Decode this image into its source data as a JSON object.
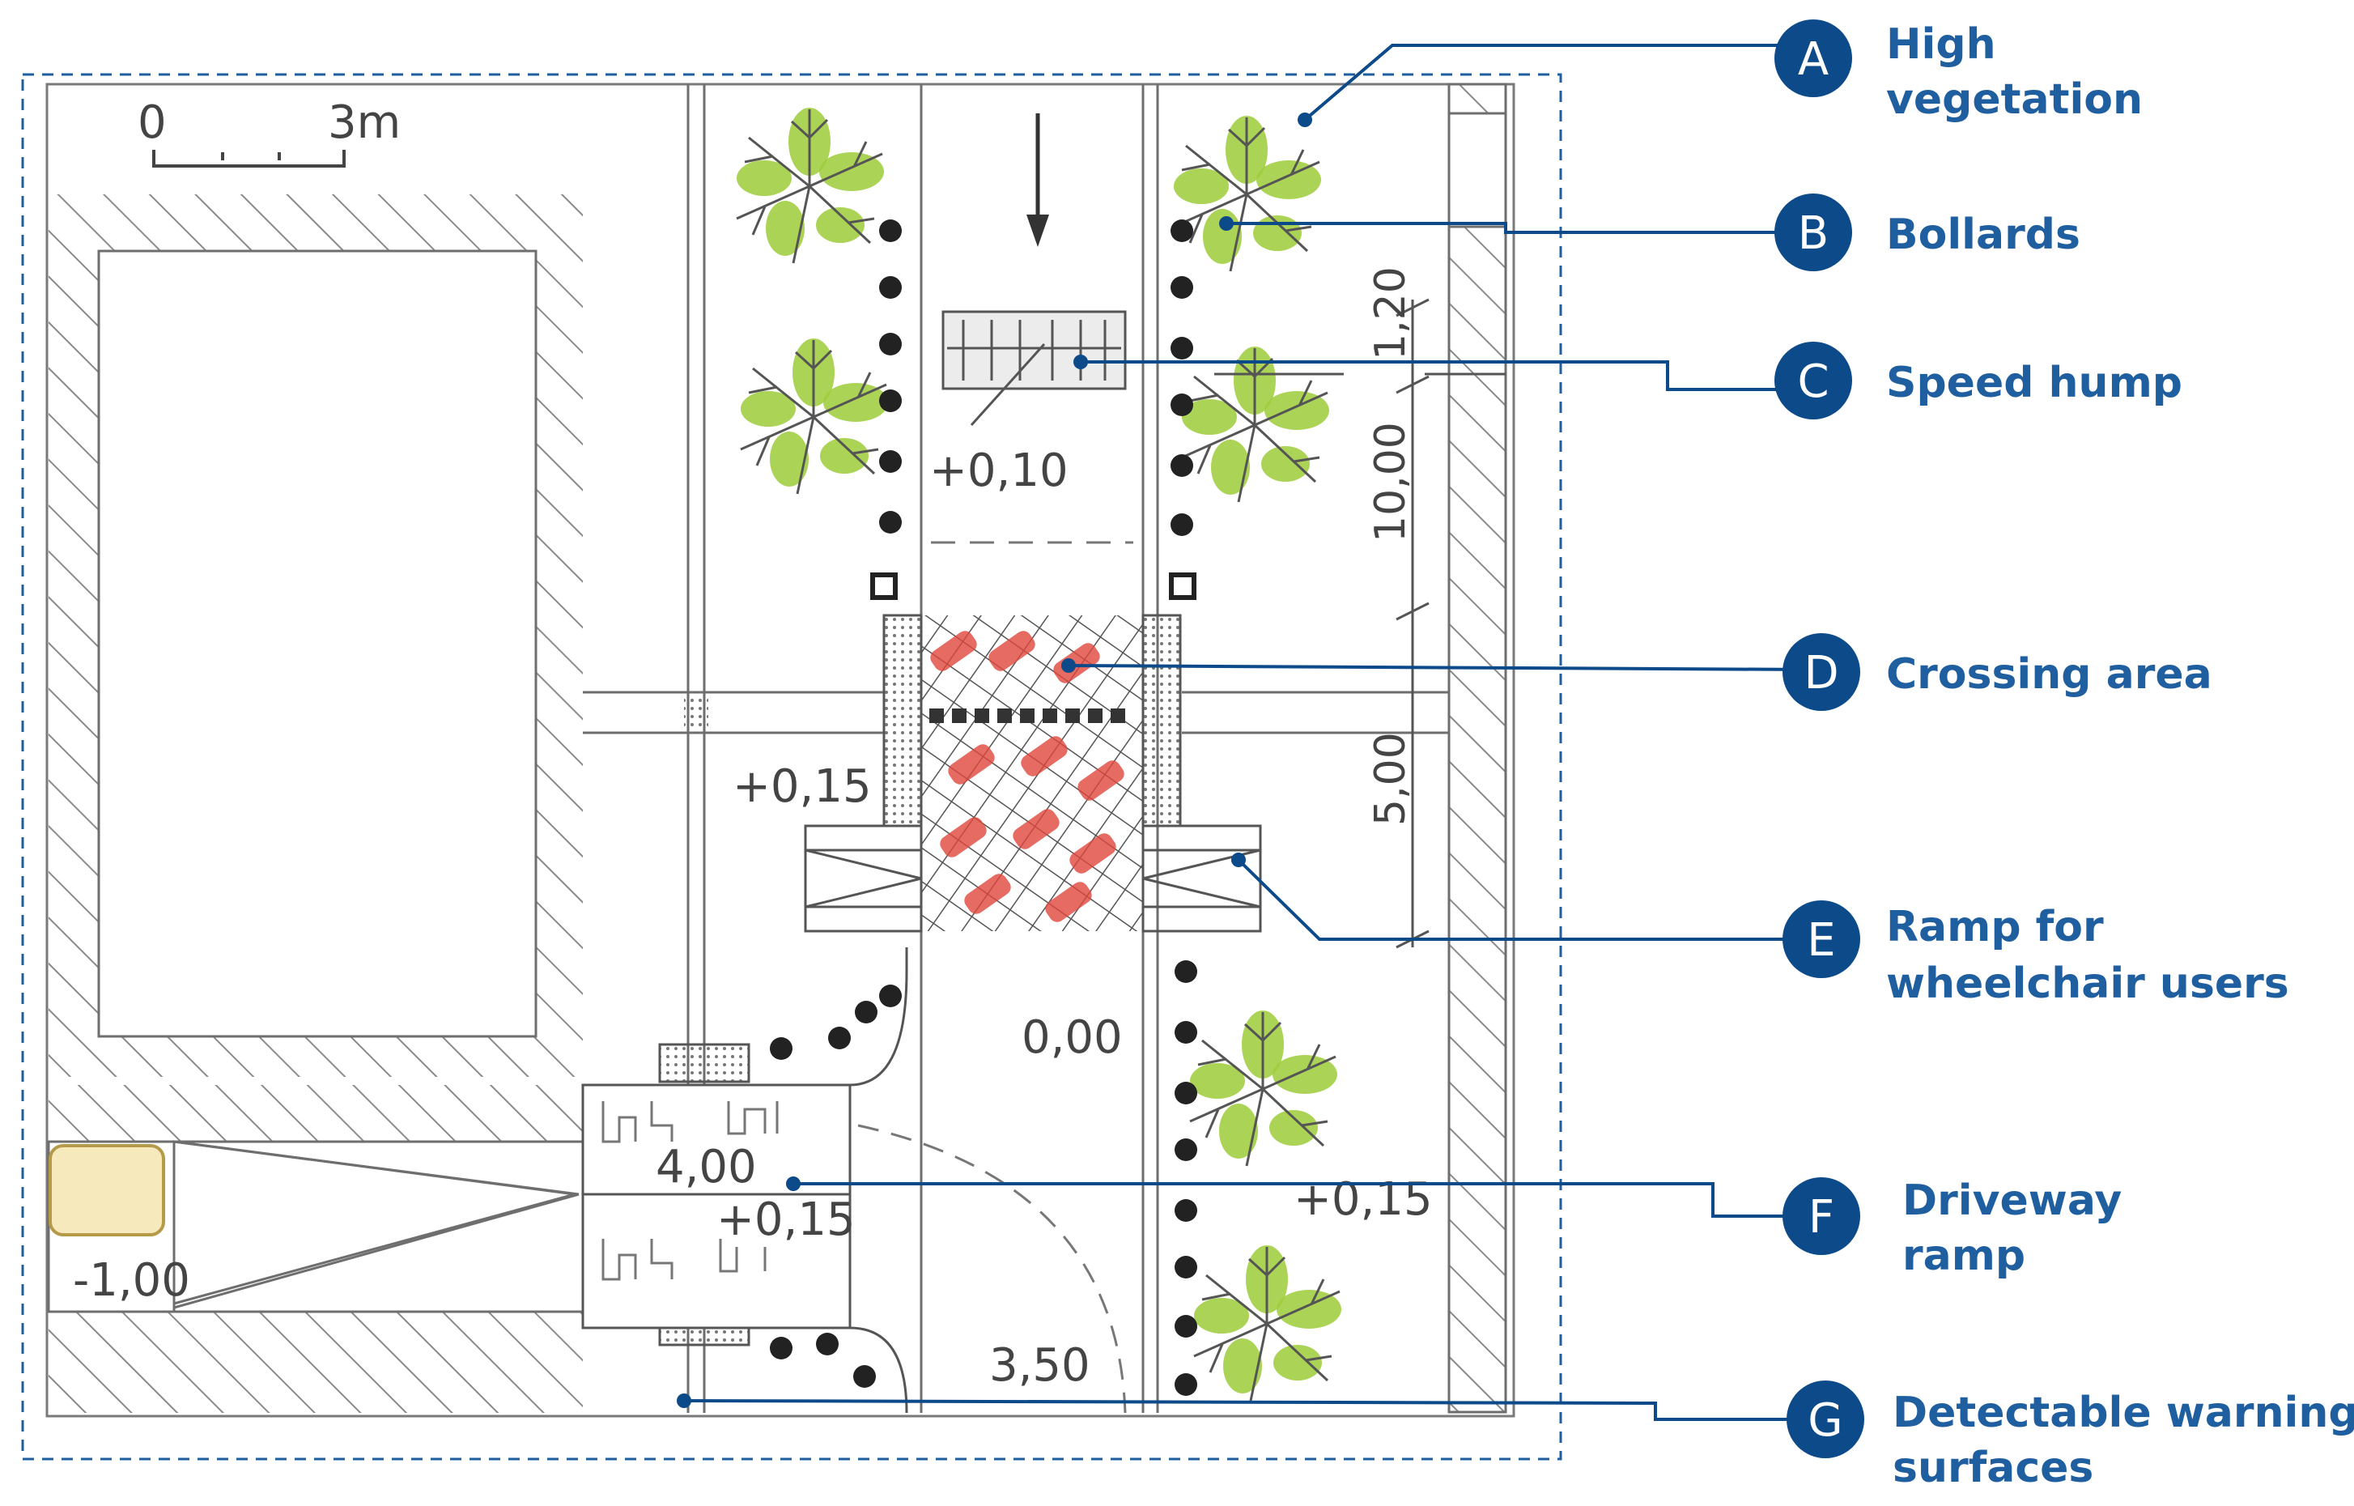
{
  "colors": {
    "accent": "#0d4a8a",
    "label": "#1f5fa0",
    "plan_line": "#6e6e6e",
    "hatch": "#8a8a8a",
    "vegetation": "#9ccc3a",
    "paving_red": "#e0463c",
    "bollard": "#222222"
  },
  "scale_bar": {
    "zero": "0",
    "length": "3m"
  },
  "plan_labels": {
    "elev_hump": "+0,10",
    "elev_left": "+0,15",
    "elev_road": "0,00",
    "elev_right": "+0,15",
    "elev_drive": "+0,15",
    "width_drive": "4,00",
    "width_road": "3,50",
    "elev_garage": "-1,00",
    "dim_120": "1,20",
    "dim_1000": "10,00",
    "dim_500": "5,00"
  },
  "callouts": [
    {
      "letter": "A",
      "label_lines": [
        "High",
        "vegetation"
      ],
      "target": "tree",
      "icon": "tree-icon"
    },
    {
      "letter": "B",
      "label_lines": [
        "Bollards"
      ],
      "target": "bollard",
      "icon": "bollard-icon"
    },
    {
      "letter": "C",
      "label_lines": [
        "Speed hump"
      ],
      "target": "speed-hump",
      "icon": "hump-icon"
    },
    {
      "letter": "D",
      "label_lines": [
        "Crossing area"
      ],
      "target": "crossing",
      "icon": "crossing-icon"
    },
    {
      "letter": "E",
      "label_lines": [
        "Ramp for",
        "wheelchair users"
      ],
      "target": "ramp",
      "icon": "ramp-icon"
    },
    {
      "letter": "F",
      "label_lines": [
        "Driveway",
        "ramp"
      ],
      "target": "driveway",
      "icon": "driveway-icon"
    },
    {
      "letter": "G",
      "label_lines": [
        "Detectable warning",
        "surfaces"
      ],
      "target": "warning",
      "icon": "warning-surface-icon"
    }
  ]
}
